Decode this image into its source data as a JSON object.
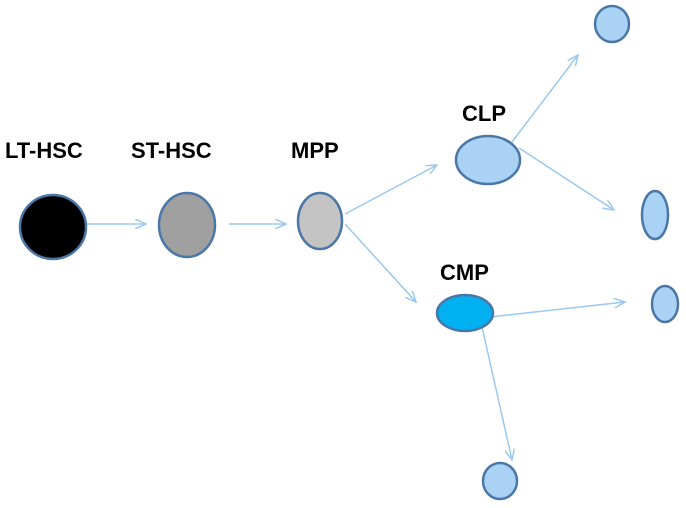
{
  "colors": {
    "arrow": "#9cc8ee",
    "outline": "#4a77a8",
    "lt_hsc_fill": "#000000",
    "st_hsc_fill": "#a0a0a0",
    "mpp_fill": "#c4c4c4",
    "progenitor_fill": "#a9d2f5",
    "cmp_fill": "#00b0f0"
  },
  "nodes": {
    "lt_hsc": {
      "label": "LT-HSC"
    },
    "st_hsc": {
      "label": "ST-HSC"
    },
    "mpp": {
      "label": "MPP"
    },
    "clp": {
      "label": "CLP"
    },
    "cmp": {
      "label": "CMP"
    }
  }
}
